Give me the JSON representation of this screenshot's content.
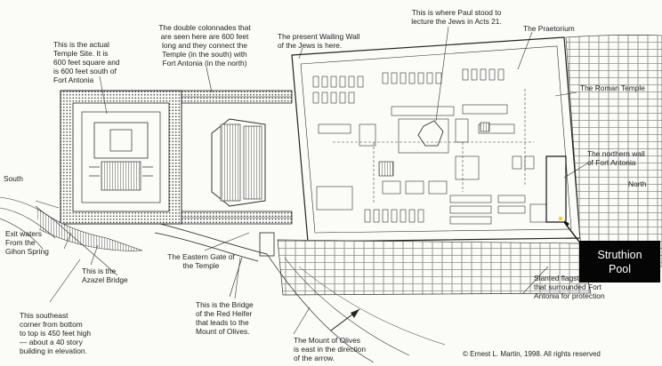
{
  "labels": {
    "temple_site": "This is the actual\nTemple Site. It is\n600 feet square and\nis 600 feet south of\nFort Antonia",
    "colonnades": "The double colonnades that\nare seen here are 600 feet\nlong and they connect the\nTemple (in the south) with\nFort Antonia (in the north)",
    "wailing_wall": "The present Wailing Wall\nof the Jews is here.",
    "paul": "This is where Paul stood to\nlecture the Jews in Acts 21.",
    "praetorium": "The Praetorium",
    "roman_temple": "The Roman Temple",
    "northern_wall": "The northern wall\nof Fort Antonia",
    "north": "North",
    "south": "South",
    "exit_waters": "Exit waters\nFrom the\nGihon Spring",
    "azazel": "This is the\nAzazel Bridge",
    "eastern_gate": "The Eastern Gate of\nthe Temple",
    "southeast_corner": "This southeast\ncorner from bottom\nto top is 450 feet high\n— about a 40 story\nbuilding in elevation.",
    "red_heifer": "This is the Bridge\nof the Red Heifer\nthat leads to the\nMount of Olives.",
    "flagstones": "Slanted flagstones\nthat surrounded Fort\nAntonia for protection",
    "mount_olives": "The Mount of Olives\nis east in the direction\nof the arrow.",
    "copyright": "© Ernest L. Martin, 1998. All rights reserved"
  },
  "callout": {
    "text": "Struthion\nPool",
    "background": "#050505",
    "text_color": "#ffffff"
  },
  "colors": {
    "ink": "#222222",
    "paper": "#fbfbf8",
    "highlight": "#f0d23a"
  }
}
